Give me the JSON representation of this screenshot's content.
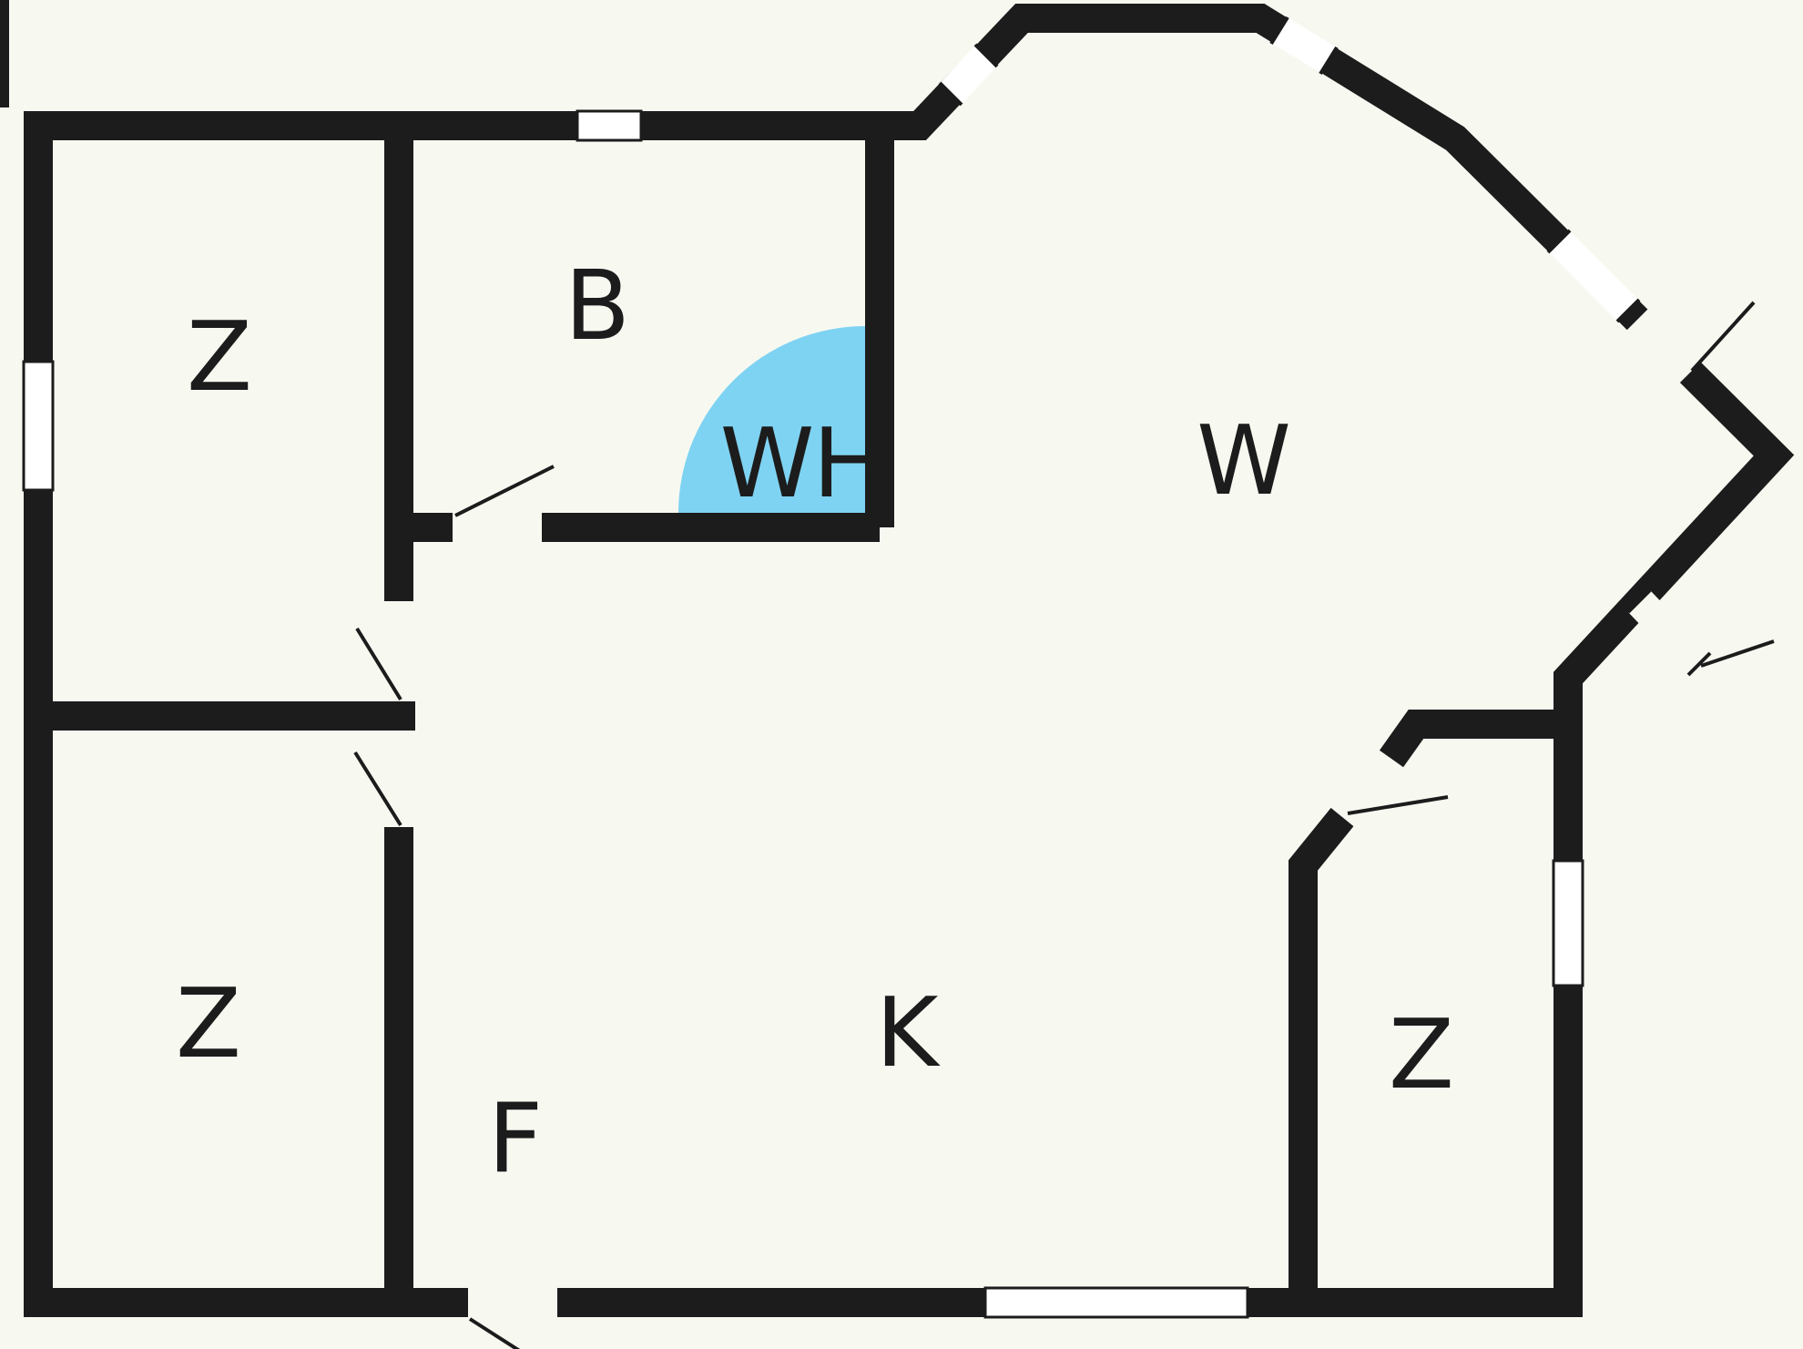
{
  "colors": {
    "wall": "#1c1c1c",
    "background": "#f7f9f1",
    "window": "#ffffff",
    "water": "#7fd3f2"
  },
  "rooms": [
    {
      "label": "Z",
      "name": "bedroom-top-left"
    },
    {
      "label": "B",
      "name": "bathroom"
    },
    {
      "label": "WH",
      "name": "shower-corner"
    },
    {
      "label": "W",
      "name": "living-room"
    },
    {
      "label": "Z",
      "name": "bedroom-bottom-left"
    },
    {
      "label": "F",
      "name": "hallway"
    },
    {
      "label": "K",
      "name": "kitchen"
    },
    {
      "label": "Z",
      "name": "bedroom-right"
    }
  ]
}
